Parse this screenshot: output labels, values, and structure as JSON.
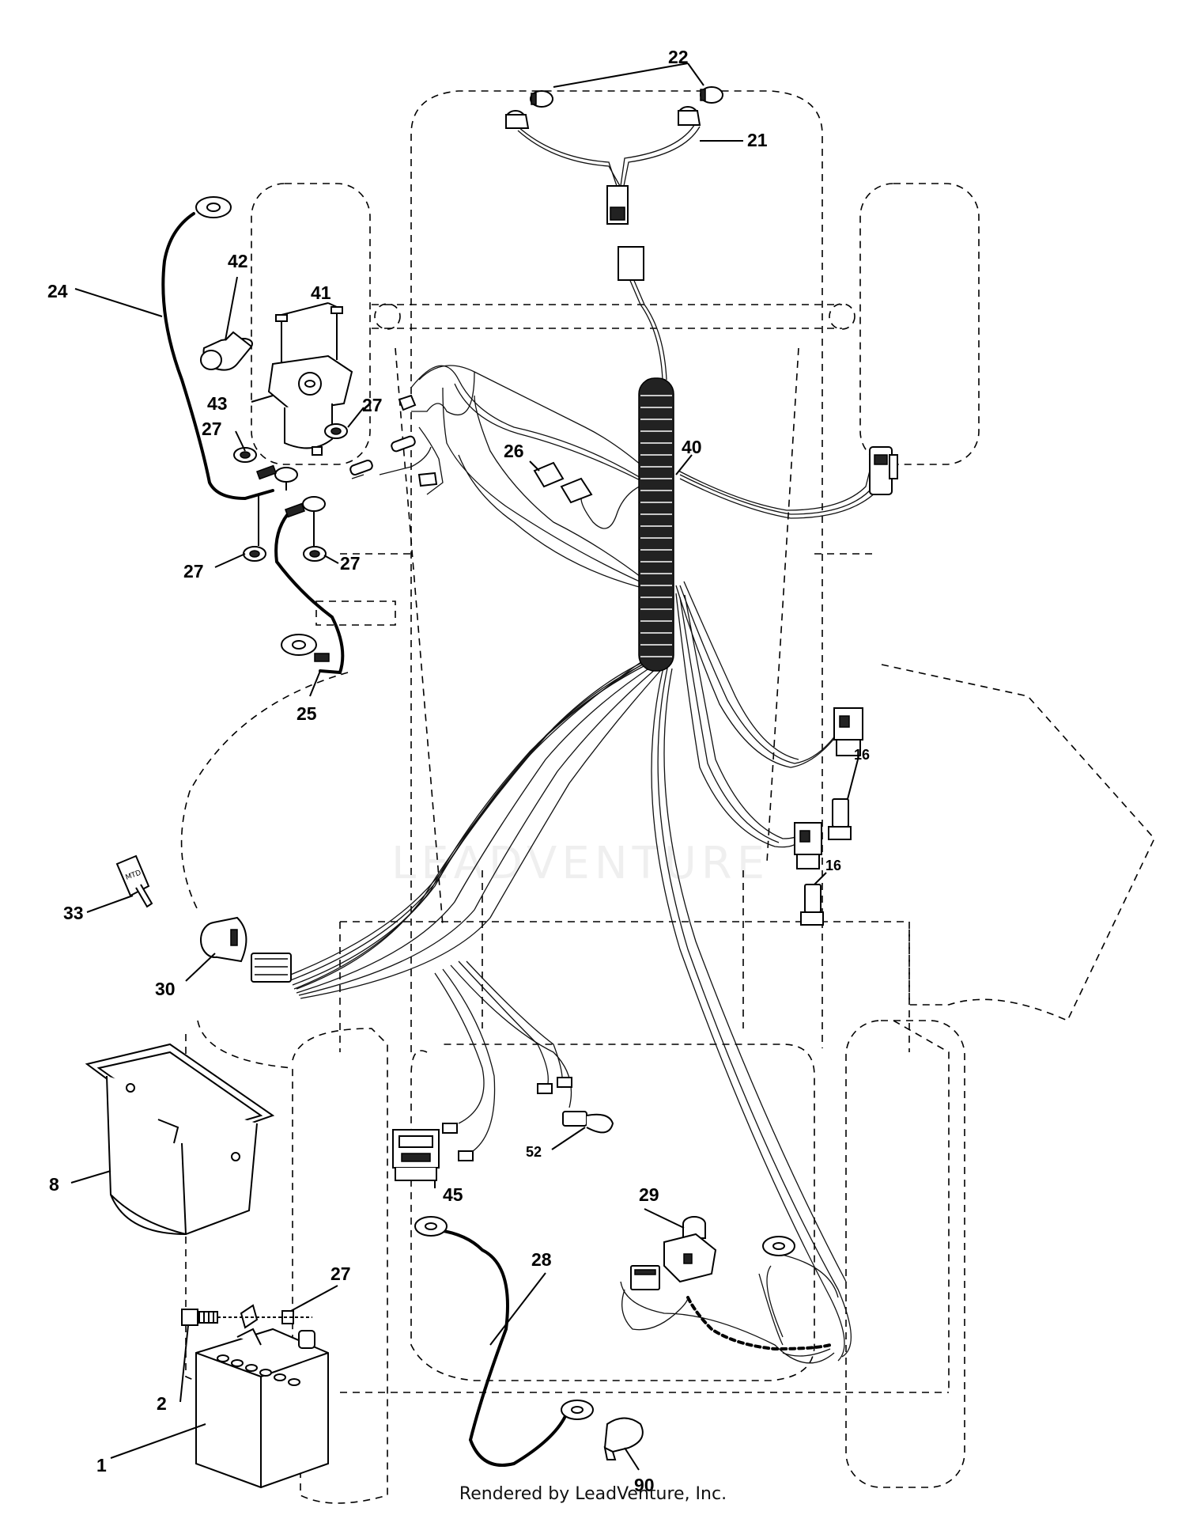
{
  "callouts": {
    "c1": "1",
    "c2": "2",
    "c8": "8",
    "c16a": "16",
    "c16b": "16",
    "c21": "21",
    "c22": "22",
    "c24": "24",
    "c25": "25",
    "c26": "26",
    "c27a": "27",
    "c27b": "27",
    "c27c": "27",
    "c27d": "27",
    "c27e": "27",
    "c28": "28",
    "c29": "29",
    "c30": "30",
    "c33": "33",
    "c40": "40",
    "c41": "41",
    "c42": "42",
    "c43": "43",
    "c45": "45",
    "c52": "52",
    "c90": "90"
  },
  "watermark": "LEADVENTURE",
  "footer": "Rendered by LeadVenture, Inc."
}
